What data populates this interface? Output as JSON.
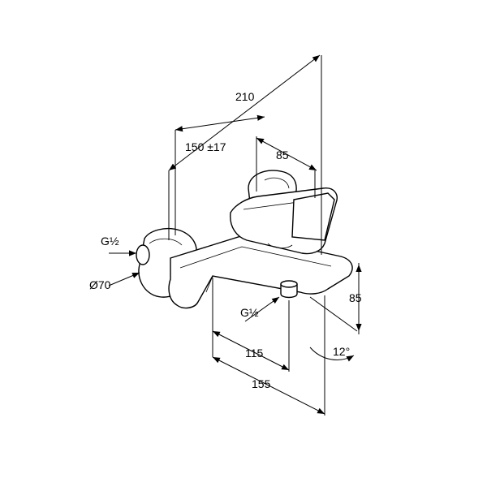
{
  "diagram": {
    "dimensions": {
      "overall_length": "210",
      "connection_distance": "150 ±17",
      "lever_depth": "85",
      "height": "85",
      "spout_reach_115": "115",
      "spout_reach_155": "155",
      "spout_angle": "12°"
    },
    "callouts": {
      "inlet_thread": "G½",
      "rosette_diameter": "Ø70",
      "outlet_thread": "G½"
    }
  }
}
